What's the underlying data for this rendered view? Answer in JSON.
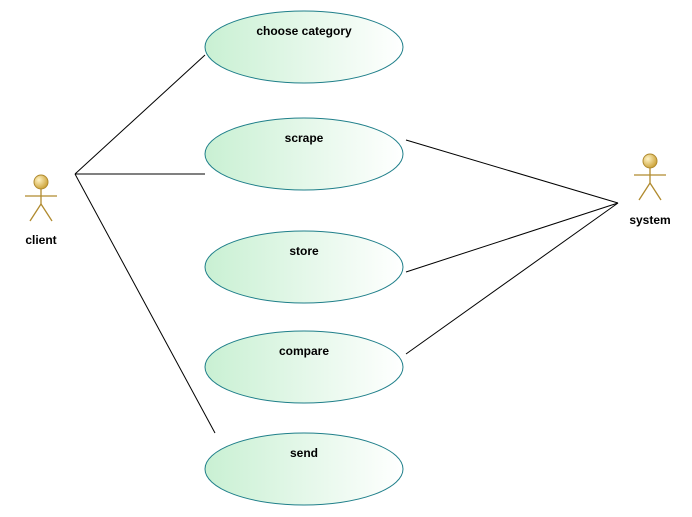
{
  "actors": [
    {
      "id": "client",
      "label": "client"
    },
    {
      "id": "system",
      "label": "system"
    }
  ],
  "use_cases": [
    {
      "id": "choose-category",
      "label": "choose category"
    },
    {
      "id": "scrape",
      "label": "scrape"
    },
    {
      "id": "store",
      "label": "store"
    },
    {
      "id": "compare",
      "label": "compare"
    },
    {
      "id": "send",
      "label": "send"
    }
  ],
  "associations": [
    {
      "actor": "client",
      "use_case": "choose-category"
    },
    {
      "actor": "client",
      "use_case": "scrape"
    },
    {
      "actor": "client",
      "use_case": "send"
    },
    {
      "actor": "system",
      "use_case": "scrape"
    },
    {
      "actor": "system",
      "use_case": "store"
    },
    {
      "actor": "system",
      "use_case": "compare"
    }
  ],
  "colors": {
    "ellipse_stroke": "#1f7f8a",
    "ellipse_fill_left": "#c9f0d3",
    "ellipse_fill_right": "#ffffff",
    "actor_stroke": "#b08a2e",
    "actor_head_light": "#fff3c4",
    "actor_head_dark": "#c79a2a",
    "line": "#000000",
    "text": "#000000"
  }
}
